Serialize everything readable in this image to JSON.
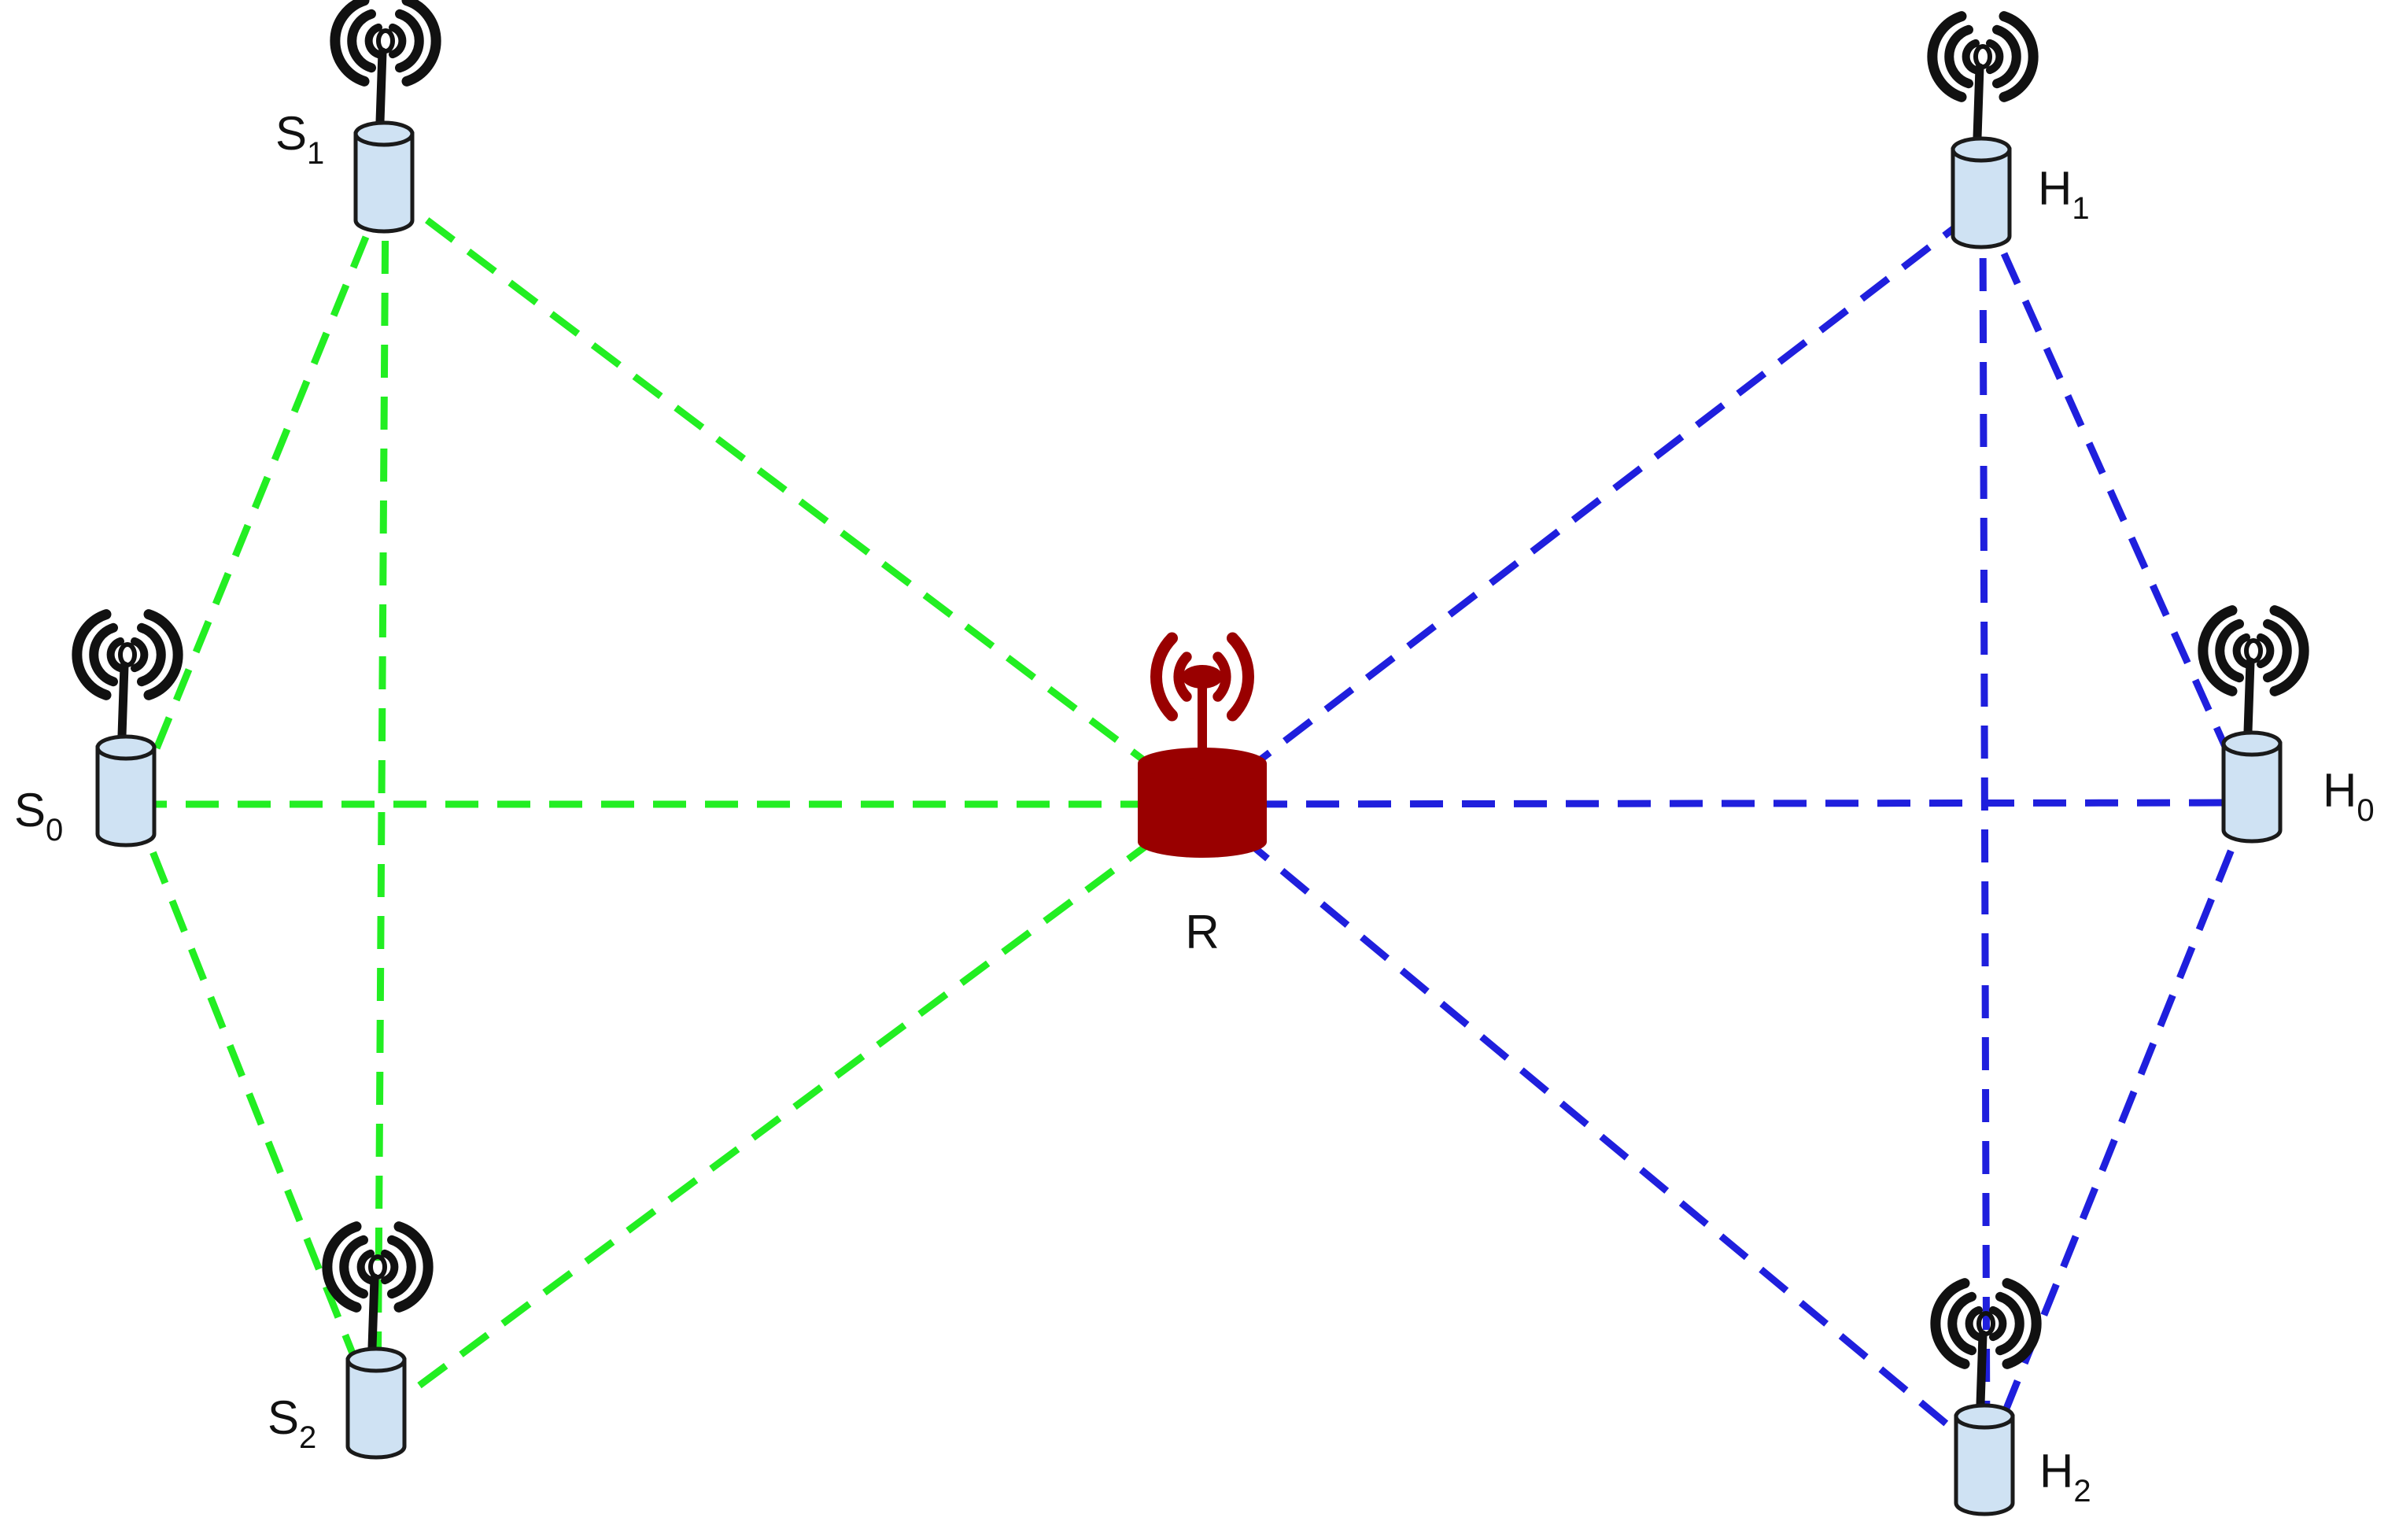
{
  "colors": {
    "background": "#ffffff",
    "sensor_body": "#cfe2f3",
    "node_outline": "#1a1a1a",
    "antenna": "#111111",
    "relay": "#990000",
    "link_source": "#22ee22",
    "link_sink": "#1f1fdd"
  },
  "relay": {
    "label": "R",
    "icon": "relay-antenna-icon"
  },
  "nodes": [
    {
      "id": "S0",
      "group": "source",
      "label": "S",
      "sub": "0",
      "icon": "wireless-node-icon"
    },
    {
      "id": "S1",
      "group": "source",
      "label": "S",
      "sub": "1",
      "icon": "wireless-node-icon"
    },
    {
      "id": "S2",
      "group": "source",
      "label": "S",
      "sub": "2",
      "icon": "wireless-node-icon"
    },
    {
      "id": "H0",
      "group": "sink",
      "label": "H",
      "sub": "0",
      "icon": "wireless-node-icon"
    },
    {
      "id": "H1",
      "group": "sink",
      "label": "H",
      "sub": "1",
      "icon": "wireless-node-icon"
    },
    {
      "id": "H2",
      "group": "sink",
      "label": "H",
      "sub": "2",
      "icon": "wireless-node-icon"
    }
  ],
  "links": [
    {
      "from": "S1",
      "to": "S0",
      "group": "source"
    },
    {
      "from": "S1",
      "to": "S2",
      "group": "source"
    },
    {
      "from": "S0",
      "to": "S2",
      "group": "source"
    },
    {
      "from": "S1",
      "to": "R",
      "group": "source"
    },
    {
      "from": "S0",
      "to": "R",
      "group": "source"
    },
    {
      "from": "S2",
      "to": "R",
      "group": "source"
    },
    {
      "from": "H1",
      "to": "H0",
      "group": "sink"
    },
    {
      "from": "H1",
      "to": "H2",
      "group": "sink"
    },
    {
      "from": "H0",
      "to": "H2",
      "group": "sink"
    },
    {
      "from": "R",
      "to": "H1",
      "group": "sink"
    },
    {
      "from": "R",
      "to": "H0",
      "group": "sink"
    },
    {
      "from": "R",
      "to": "H2",
      "group": "sink"
    }
  ]
}
